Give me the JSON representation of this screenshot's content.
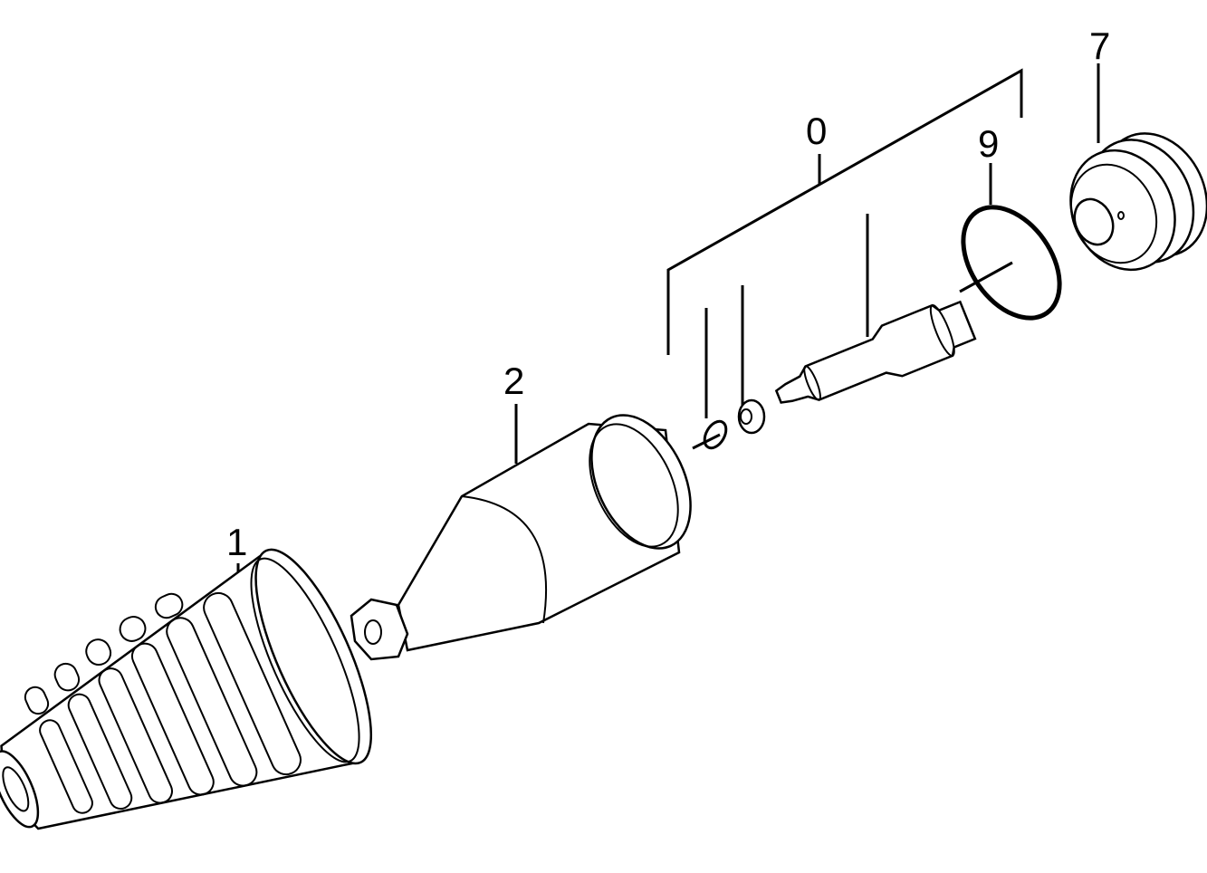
{
  "diagram": {
    "type": "exploded-parts-view",
    "callouts": [
      {
        "id": "part-1",
        "label": "1"
      },
      {
        "id": "part-2",
        "label": "2"
      },
      {
        "id": "part-0",
        "label": "0"
      },
      {
        "id": "part-9",
        "label": "9"
      },
      {
        "id": "part-7",
        "label": "7"
      }
    ]
  }
}
